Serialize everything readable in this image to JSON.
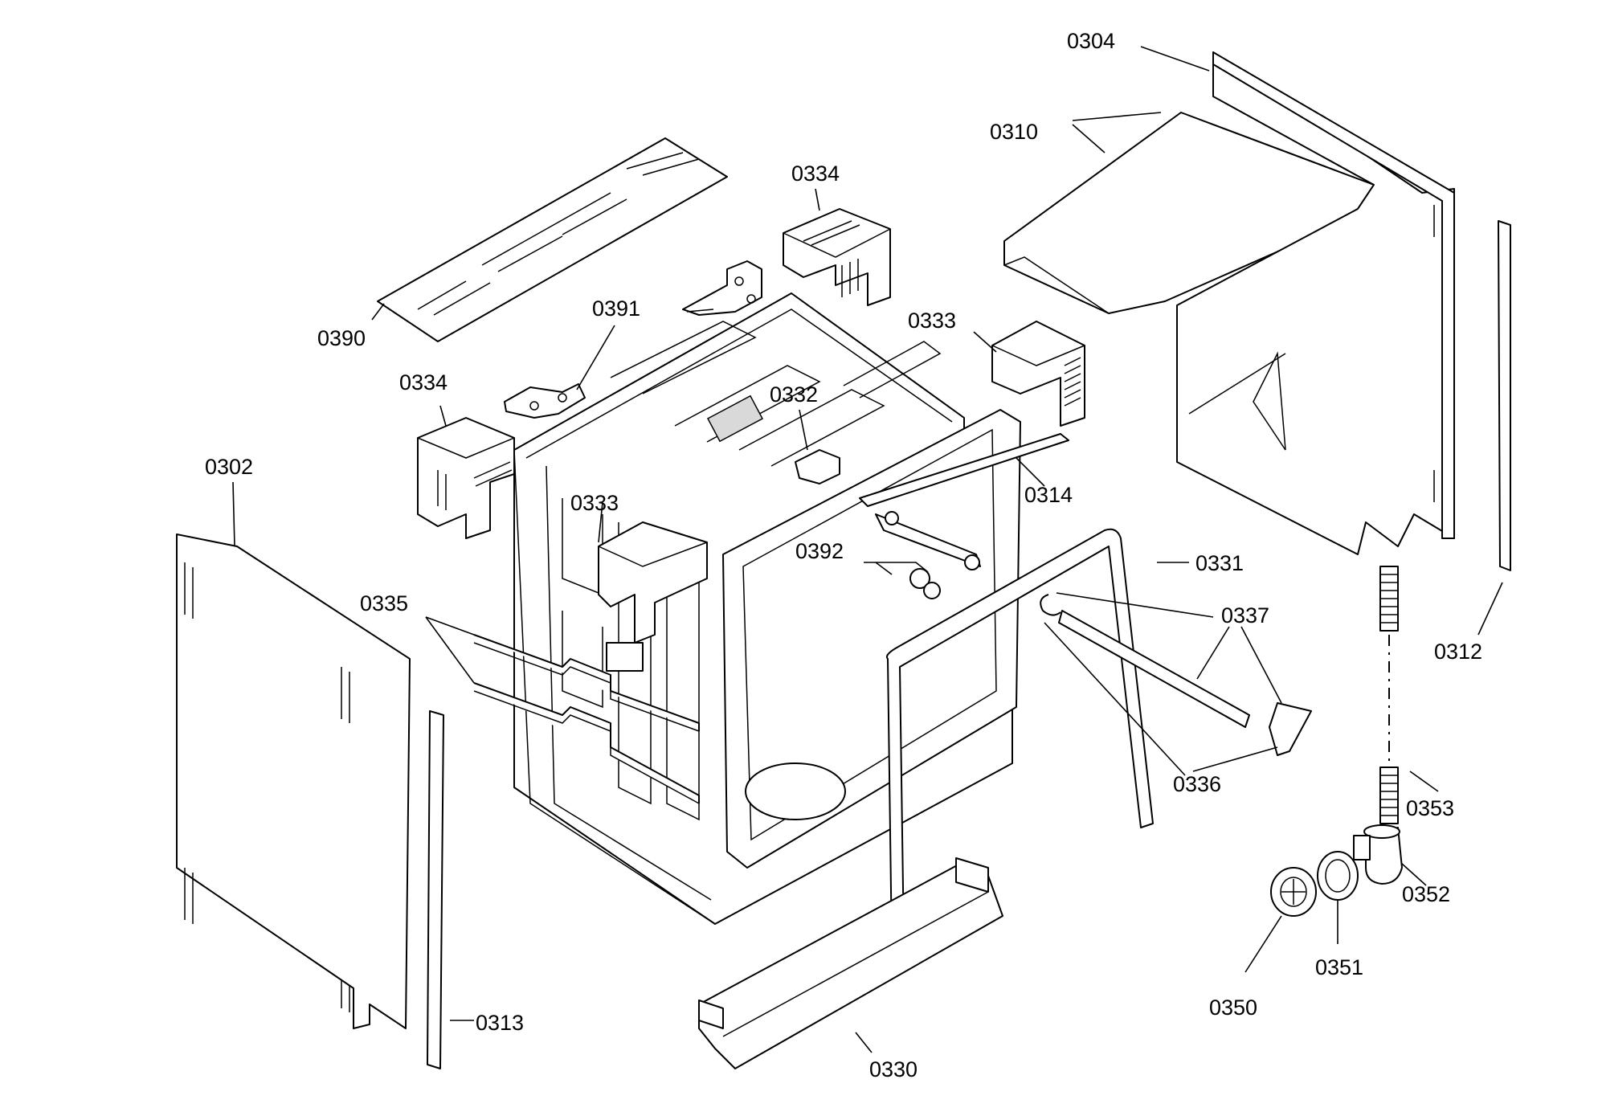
{
  "diagram": {
    "callouts": [
      {
        "id": "0304",
        "label": "0304"
      },
      {
        "id": "0310",
        "label": "0310"
      },
      {
        "id": "0334_top",
        "label": "0334"
      },
      {
        "id": "0390",
        "label": "0390"
      },
      {
        "id": "0391",
        "label": "0391"
      },
      {
        "id": "0333_top",
        "label": "0333"
      },
      {
        "id": "0334_left",
        "label": "0334"
      },
      {
        "id": "0332",
        "label": "0332"
      },
      {
        "id": "0314",
        "label": "0314"
      },
      {
        "id": "0302",
        "label": "0302"
      },
      {
        "id": "0333_mid",
        "label": "0333"
      },
      {
        "id": "0392",
        "label": "0392"
      },
      {
        "id": "0331",
        "label": "0331"
      },
      {
        "id": "0335",
        "label": "0335"
      },
      {
        "id": "0337",
        "label": "0337"
      },
      {
        "id": "0312",
        "label": "0312"
      },
      {
        "id": "0336",
        "label": "0336"
      },
      {
        "id": "0353",
        "label": "0353"
      },
      {
        "id": "0352",
        "label": "0352"
      },
      {
        "id": "0313",
        "label": "0313"
      },
      {
        "id": "0351",
        "label": "0351"
      },
      {
        "id": "0350",
        "label": "0350"
      },
      {
        "id": "0330",
        "label": "0330"
      }
    ]
  }
}
